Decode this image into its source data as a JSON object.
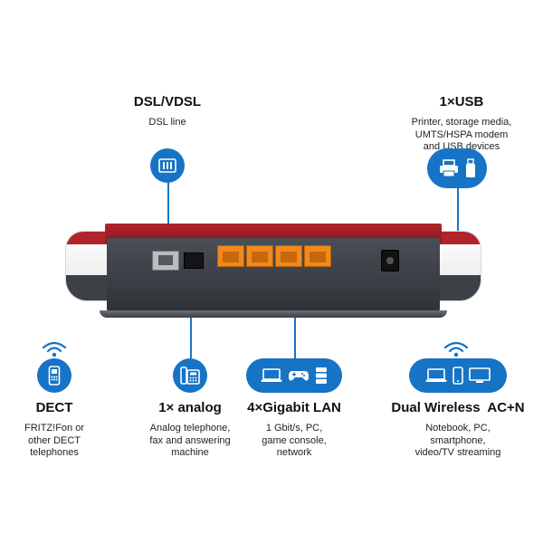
{
  "features": {
    "dsl": {
      "title": "DSL/VDSL",
      "desc": [
        "DSL line"
      ]
    },
    "usb": {
      "title": "1×USB",
      "desc": [
        "Printer, storage media,",
        "UMTS/HSPA modem",
        "and USB devices"
      ]
    },
    "dect": {
      "title": "DECT",
      "desc": [
        "FRITZ!Fon or",
        "other DECT",
        "telephones"
      ]
    },
    "analog": {
      "title": "1× analog",
      "desc": [
        "Analog telephone,",
        "fax and answering",
        "machine"
      ]
    },
    "lan": {
      "title": "4×Gigabit LAN",
      "desc": [
        "1 Gbit/s, PC,",
        "game console,",
        "network"
      ]
    },
    "wireless": {
      "title": "Dual Wireless  AC+N",
      "desc": [
        "Notebook, PC,",
        "smartphone,",
        "video/TV streaming"
      ]
    }
  },
  "icons": {
    "dsl": "dsl-socket-icon",
    "usb": [
      "printer-icon",
      "usb-stick-icon"
    ],
    "dect": [
      "wifi-signal-icon",
      "dect-phone-icon"
    ],
    "analog": "analog-phone-icon",
    "lan": [
      "laptop-icon",
      "gamepad-icon",
      "server-icon"
    ],
    "wireless": [
      "wifi-signal-icon",
      "laptop-icon",
      "smartphone-icon",
      "monitor-icon"
    ]
  },
  "colors": {
    "accent_blue": "#1673c5",
    "router_red": "#b0242c",
    "router_gray": "#3a3e44",
    "lan_orange": "#f08a1c"
  }
}
